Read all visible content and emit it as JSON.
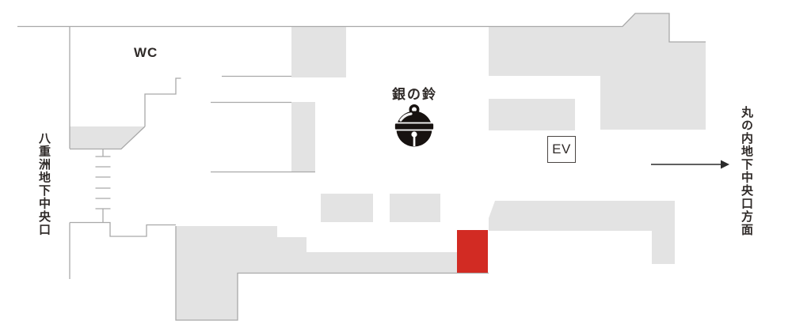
{
  "labels": {
    "wc": "WC",
    "bell": "銀の鈴",
    "elevator": "EV",
    "left_exit": "八重洲地下中央口",
    "right_exit": "丸の内地下中央口方面"
  },
  "icons": {
    "bell": "suzu-bell-icon",
    "arrow": "right-arrow-icon"
  },
  "colors": {
    "floor_fill": "#e3e3e3",
    "outline": "#a9a9a9",
    "highlight_red": "#d22b23",
    "text": "#2f2a28",
    "icon_black": "#171210"
  }
}
